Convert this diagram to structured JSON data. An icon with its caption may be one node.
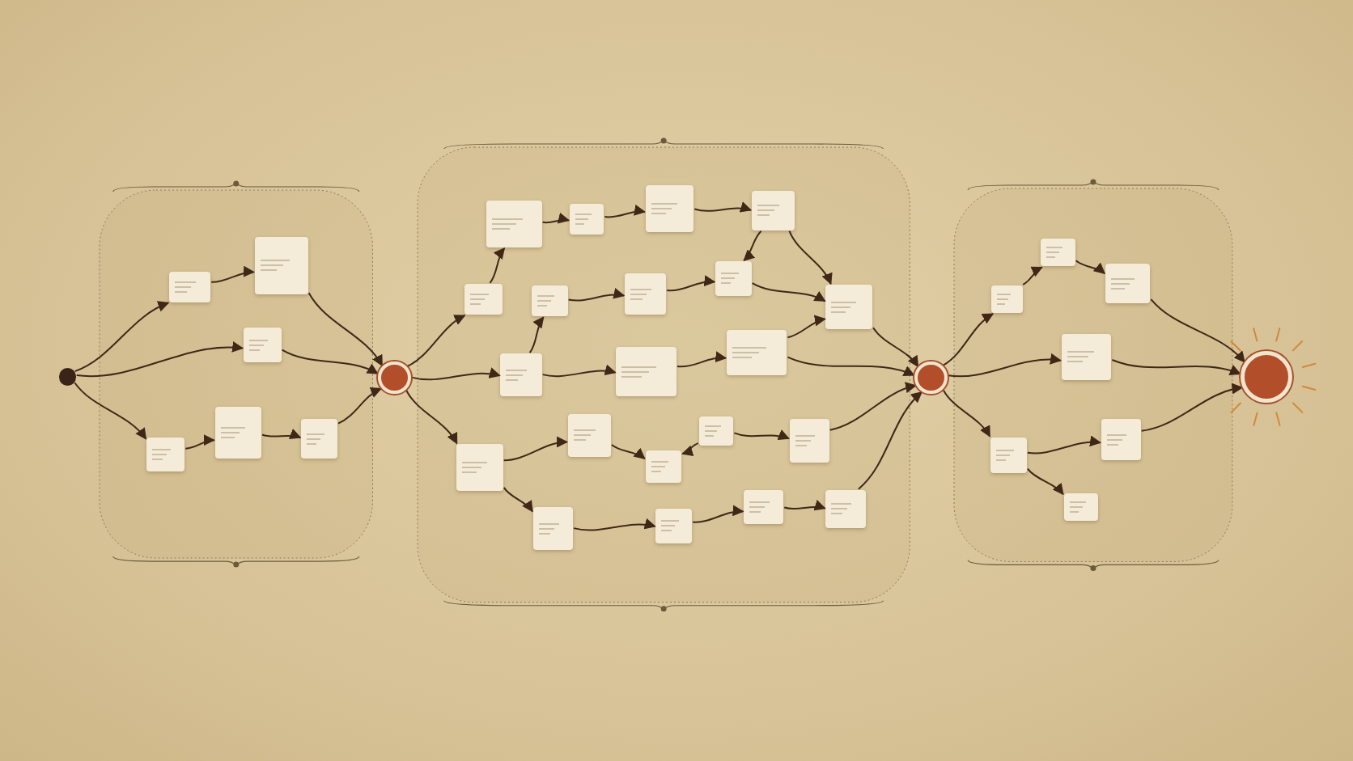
{
  "diagram": {
    "nodes": [
      {
        "text": [],
        "shape": "circle"
      },
      {
        "text": [],
        "shape": "box"
      },
      {
        "text": [],
        "shape": "box",
        "in": 1
      },
      {
        "text": [],
        "shape": "box",
        "in": 1
      },
      {
        "text": [],
        "shape": "box",
        "in": 1
      },
      {
        "text": [],
        "shape": "box",
        "in": 1
      },
      {
        "text": [],
        "shape": "box",
        "in": 1
      },
      {
        "text": [],
        "shape": "box",
        "in": 1
      },
      {
        "text": [],
        "shape": "circle"
      },
      {
        "text": [],
        "shape": "box"
      },
      {
        "text": [],
        "shape": "box",
        "in": 9
      },
      {
        "text": [],
        "shape": "box",
        "in": 9
      },
      {
        "text": [],
        "shape": "box",
        "in": 9
      },
      {
        "text": [],
        "shape": "box",
        "in": 9
      },
      {
        "text": [],
        "shape": "box",
        "in": 9
      },
      {
        "text": [],
        "shape": "box",
        "in": 9
      },
      {
        "text": [],
        "shape": "box",
        "in": 9
      },
      {
        "text": [],
        "shape": "box",
        "in": 9
      },
      {
        "text": [],
        "shape": "box",
        "in": 9
      },
      {
        "text": [],
        "shape": "box",
        "in": 9
      },
      {
        "text": [],
        "shape": "box",
        "in": 9
      },
      {
        "text": [],
        "shape": "box",
        "in": 9
      },
      {
        "text": [],
        "shape": "box",
        "in": 9
      },
      {
        "text": [],
        "shape": "box",
        "in": 9
      },
      {
        "text": [],
        "shape": "box",
        "in": 9
      },
      {
        "text": [],
        "shape": "box",
        "in": 9
      },
      {
        "text": [],
        "shape": "box",
        "in": 9
      },
      {
        "text": [],
        "shape": "box",
        "in": 9
      },
      {
        "text": [],
        "shape": "box",
        "in": 9
      },
      {
        "text": [],
        "shape": "box",
        "in": 9
      },
      {
        "text": [],
        "shape": "box",
        "in": 9
      },
      {
        "text": [],
        "shape": "circle"
      },
      {
        "text": [],
        "shape": "box"
      },
      {
        "text": [],
        "shape": "box",
        "in": 32
      },
      {
        "text": [],
        "shape": "box",
        "in": 32
      },
      {
        "text": [],
        "shape": "box",
        "in": 32
      },
      {
        "text": [],
        "shape": "box",
        "in": 32
      },
      {
        "text": [],
        "shape": "box",
        "in": 32
      },
      {
        "text": [],
        "shape": "box",
        "in": 32
      },
      {
        "text": [],
        "shape": "box",
        "in": 32
      },
      {
        "text": [],
        "shape": "circle"
      }
    ],
    "edges": [
      {
        "from": 0,
        "to": 2,
        "arrow": "to"
      },
      {
        "from": 0,
        "to": 4,
        "arrow": "to"
      },
      {
        "from": 0,
        "to": 5,
        "arrow": "to"
      },
      {
        "from": 2,
        "to": 3,
        "arrow": "to"
      },
      {
        "from": 3,
        "to": 8,
        "arrow": "to"
      },
      {
        "from": 4,
        "to": 8,
        "arrow": "to"
      },
      {
        "from": 5,
        "to": 6,
        "arrow": "to"
      },
      {
        "from": 6,
        "to": 7,
        "arrow": "to"
      },
      {
        "from": 7,
        "to": 8,
        "arrow": "to"
      },
      {
        "from": 8,
        "to": 14,
        "arrow": "to"
      },
      {
        "from": 8,
        "to": 19,
        "arrow": "to"
      },
      {
        "from": 8,
        "to": 22,
        "arrow": "to"
      },
      {
        "from": 14,
        "to": 10,
        "arrow": "to"
      },
      {
        "from": 10,
        "to": 11,
        "arrow": "to"
      },
      {
        "from": 11,
        "to": 12,
        "arrow": "to"
      },
      {
        "from": 12,
        "to": 13,
        "arrow": "to"
      },
      {
        "from": 13,
        "to": 17,
        "arrow": "to"
      },
      {
        "from": 13,
        "to": 18,
        "arrow": "to"
      },
      {
        "from": 19,
        "to": 15,
        "arrow": "to"
      },
      {
        "from": 15,
        "to": 16,
        "arrow": "to"
      },
      {
        "from": 16,
        "to": 17,
        "arrow": "to"
      },
      {
        "from": 17,
        "to": 18,
        "arrow": "to"
      },
      {
        "from": 19,
        "to": 20,
        "arrow": "to"
      },
      {
        "from": 20,
        "to": 21,
        "arrow": "to"
      },
      {
        "from": 21,
        "to": 18,
        "arrow": "to"
      },
      {
        "from": 21,
        "to": 31,
        "arrow": "to"
      },
      {
        "from": 18,
        "to": 31,
        "arrow": "to"
      },
      {
        "from": 22,
        "to": 23,
        "arrow": "to"
      },
      {
        "from": 23,
        "to": 25,
        "arrow": "to"
      },
      {
        "from": 24,
        "to": 25,
        "arrow": "to"
      },
      {
        "from": 24,
        "to": 26,
        "arrow": "to"
      },
      {
        "from": 26,
        "to": 31,
        "arrow": "to"
      },
      {
        "from": 22,
        "to": 27,
        "arrow": "to"
      },
      {
        "from": 27,
        "to": 28,
        "arrow": "to"
      },
      {
        "from": 28,
        "to": 29,
        "arrow": "to"
      },
      {
        "from": 29,
        "to": 30,
        "arrow": "to"
      },
      {
        "from": 30,
        "to": 31,
        "arrow": "to"
      },
      {
        "from": 31,
        "to": 33,
        "arrow": "to"
      },
      {
        "from": 31,
        "to": 36,
        "arrow": "to"
      },
      {
        "from": 31,
        "to": 37,
        "arrow": "to"
      },
      {
        "from": 33,
        "to": 34,
        "arrow": "to"
      },
      {
        "from": 34,
        "to": 35,
        "arrow": "to"
      },
      {
        "from": 35,
        "to": 40,
        "arrow": "to"
      },
      {
        "from": 36,
        "to": 40,
        "arrow": "to"
      },
      {
        "from": 37,
        "to": 38,
        "arrow": "to"
      },
      {
        "from": 38,
        "to": 40,
        "arrow": "to"
      },
      {
        "from": 37,
        "to": 39,
        "arrow": "to"
      }
    ]
  }
}
